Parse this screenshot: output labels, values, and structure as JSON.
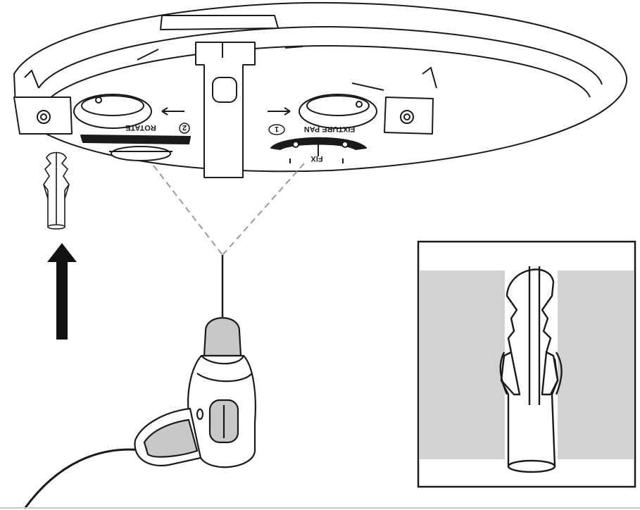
{
  "mount_labels": {
    "rotate": "ROTATE",
    "rotate_step": "2",
    "fixture_pan": "FIXTURE PAN",
    "fixture_pan_step": "1",
    "fix": "FIX"
  },
  "icons": [
    "ceiling-mount-plate-icon",
    "wall-anchor-icon",
    "up-arrow-icon",
    "power-drill-icon",
    "anchor-detail-icon"
  ],
  "colors": {
    "line": "#1a1a1a",
    "wall_section": "#d2d2d2",
    "drill_grip": "#c8c8c8",
    "guide_dash": "#9a9a9a"
  }
}
